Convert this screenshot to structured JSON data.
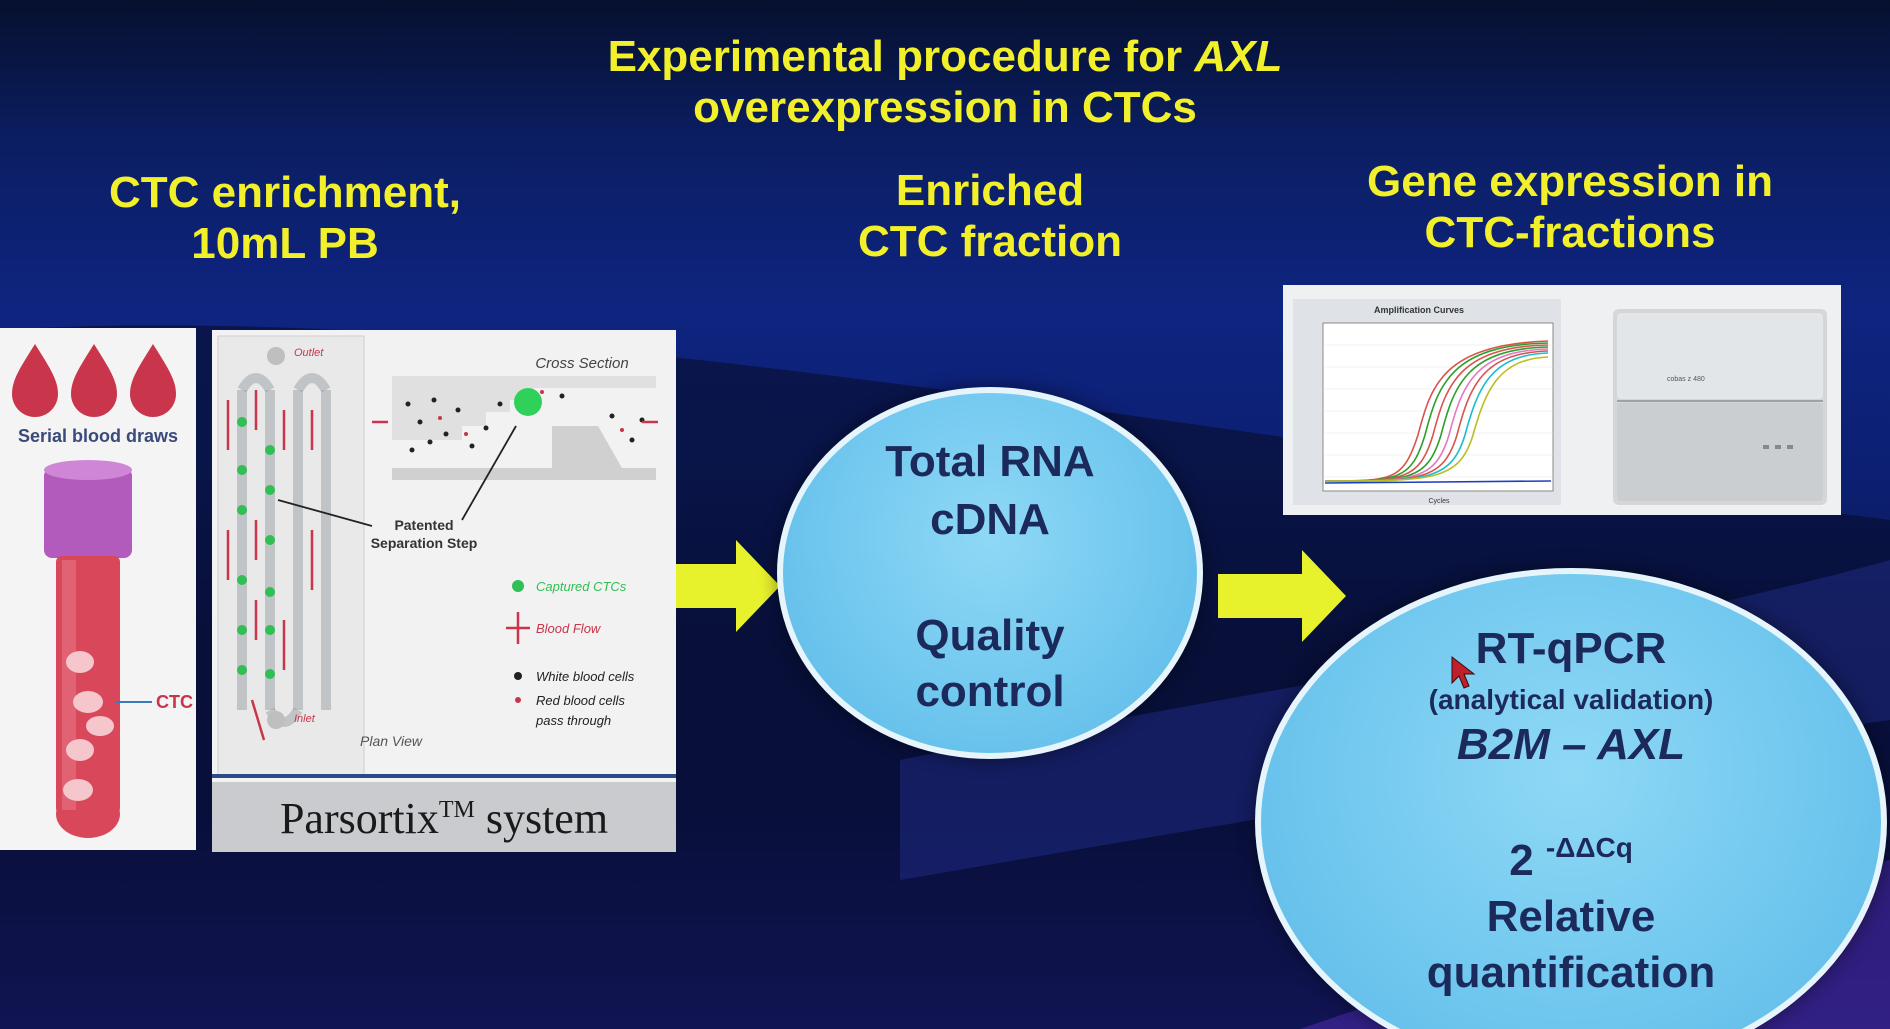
{
  "title": {
    "line1_prefix": "Experimental procedure for ",
    "line1_gene": "AXL",
    "line2": "overexpression in CTCs"
  },
  "step1": {
    "heading_line1": "CTC enrichment,",
    "heading_line2": "10mL PB"
  },
  "step2": {
    "heading_line1": "Enriched",
    "heading_line2": "CTC fraction"
  },
  "step3": {
    "heading_line1": "Gene expression in",
    "heading_line2": "CTC-fractions"
  },
  "blood_panel": {
    "caption": "Serial blood draws",
    "ctc_label": "CTC"
  },
  "parsortix_panel": {
    "outlet": "Outlet",
    "inlet": "Inlet",
    "cross_section": "Cross Section",
    "plan_view": "Plan View",
    "patented_line1": "Patented",
    "patented_line2": "Separation Step",
    "legend_captured": "Captured CTCs",
    "legend_flow": "Blood Flow",
    "legend_wbc": "White blood cells",
    "legend_rbc_line1": "Red blood cells",
    "legend_rbc_line2": "pass through",
    "system_label": "Parsortix",
    "system_tm": "TM",
    "system_suffix": " system"
  },
  "qpcr_panel": {
    "chart_title": "Amplification Curves",
    "x_label": "Cycles",
    "device_label": "cobas z 480"
  },
  "ellipse_middle": {
    "line1": "Total RNA",
    "line2": "cDNA",
    "line3": "Quality",
    "line4": "control"
  },
  "ellipse_right": {
    "line1": "RT-qPCR",
    "line2": "(analytical validation)",
    "line3": "B2M – AXL",
    "formula_base": "2",
    "formula_exp": "-ΔΔCq",
    "line5": "Relative",
    "line6": "quantification"
  },
  "colors": {
    "title_yellow": "#f2f02a",
    "arrow_yellow": "#e8f22c",
    "ellipse_fill": "#6ec6ee",
    "ellipse_text": "#1b2a5a",
    "blood_red": "#c9354a"
  }
}
